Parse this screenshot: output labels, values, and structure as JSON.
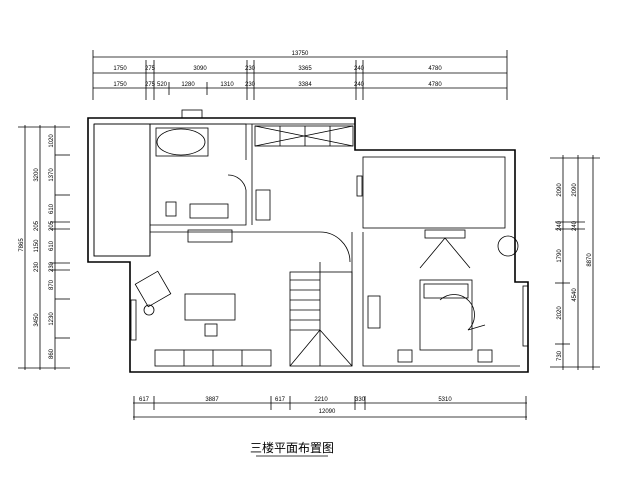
{
  "title": "三楼平面布置图",
  "top_dims": {
    "total": "13750",
    "row1": [
      "1750",
      "275",
      "3090",
      "230",
      "3365",
      "240",
      "4780"
    ],
    "row2": [
      "1750",
      "275",
      "520",
      "1280",
      "1310",
      "230",
      "3384",
      "240",
      "4780"
    ]
  },
  "left_dims": {
    "total": "7865",
    "col1": [
      "3200",
      "205",
      "1150",
      "230",
      "3450"
    ],
    "col2": [
      "1020",
      "1370",
      "610",
      "205",
      "610",
      "230",
      "870",
      "1230",
      "860"
    ]
  },
  "right_dims": {
    "total": "8870",
    "col1": [
      "2090",
      "240",
      "1790",
      "2020",
      "730"
    ],
    "col2": [
      "2090",
      "240",
      "4540"
    ]
  },
  "bottom_dims": {
    "row1": [
      "617",
      "3887",
      "617",
      "2210",
      "330",
      "5310"
    ],
    "total": "12090"
  }
}
